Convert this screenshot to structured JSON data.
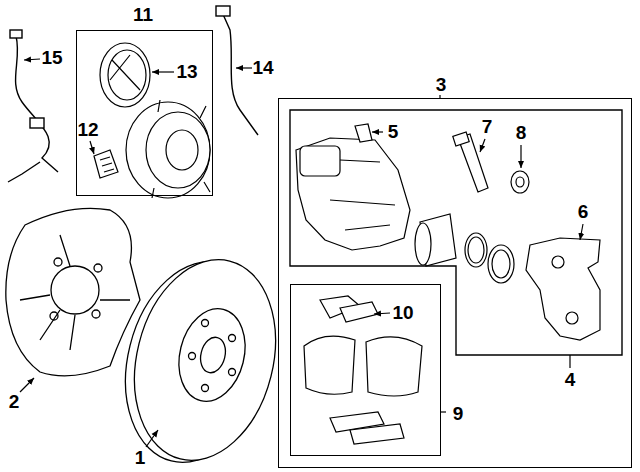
{
  "diagram": {
    "nodes": [
      {
        "text": [
          "11"
        ]
      },
      {
        "text": [
          "3"
        ]
      },
      {
        "text": [
          "9"
        ],
        "in": 1
      }
    ],
    "labels": [
      "15",
      "12",
      "13",
      "14",
      "5",
      "7",
      "8",
      "6",
      "10",
      "2",
      "1",
      "4"
    ]
  }
}
